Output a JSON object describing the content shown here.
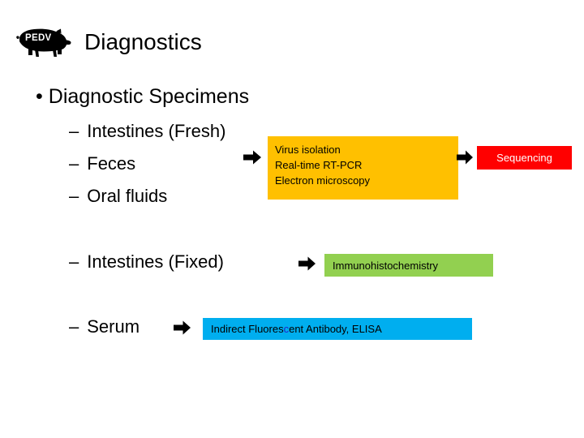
{
  "slide": {
    "background_color": "#FFFFFF",
    "title": "Diagnostics",
    "logo": {
      "name": "pedv-pig-logo",
      "word": "PEDV",
      "silhouette_color": "#000000",
      "word_color": "#FFFFFF"
    }
  },
  "outline": {
    "level1": {
      "bullet_glyph": "•",
      "text": "Diagnostic Specimens"
    },
    "dash_glyph": "–",
    "items": [
      {
        "text": "Intestines (Fresh)"
      },
      {
        "text": "Feces"
      },
      {
        "text": "Oral fluids"
      },
      {
        "text": "Intestines (Fixed)"
      },
      {
        "text": "Serum"
      }
    ]
  },
  "callouts": {
    "tests_fresh": {
      "fill": "#FFC000",
      "text_color": "#000000",
      "lines": [
        "Virus isolation",
        "Real-time RT-PCR",
        "Electron microscopy"
      ]
    },
    "sequencing": {
      "fill": "#FF0000",
      "text_color": "#FFFFFF",
      "label": "Sequencing"
    },
    "immunohistochemistry": {
      "fill": "#92D050",
      "text_color": "#000000",
      "label": "Immunohistochemistry"
    },
    "serology": {
      "fill": "#00AEEF",
      "text_color": "#000000",
      "highlight_color": "#2222CC",
      "label_before": "Indirect Fluores",
      "label_highlight": "c",
      "label_after": "ent Antibody, ELISA"
    }
  },
  "arrows": {
    "color": "#000000",
    "to_tests_fresh": "arrow-right-icon",
    "to_sequencing": "arrow-right-icon",
    "to_immunohistochemistry": "arrow-right-icon",
    "to_serology": "arrow-right-icon"
  }
}
